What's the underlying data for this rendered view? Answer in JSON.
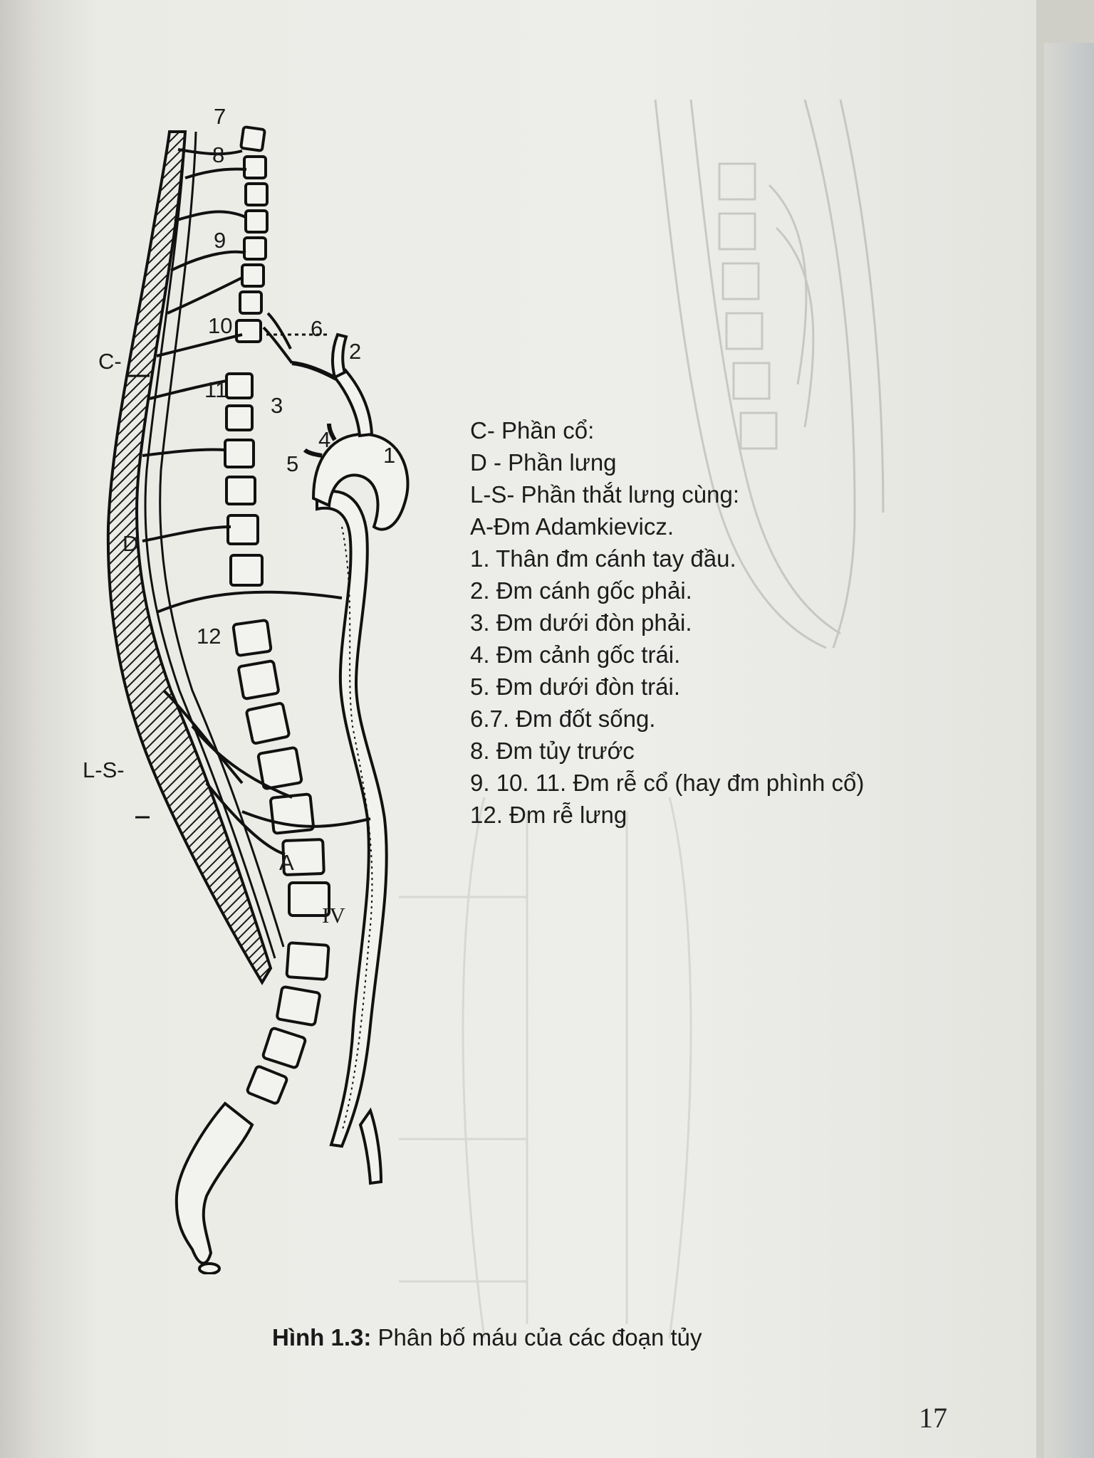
{
  "labels": {
    "c7": "7",
    "c8": "8",
    "c9": "9",
    "c10": "10",
    "c11": "11",
    "c12": "12",
    "a6": "6",
    "a2": "2",
    "a3": "3",
    "a4": "4",
    "a5": "5",
    "a1": "1",
    "region_c": "C-",
    "region_d": "D",
    "region_ls": "L-S-",
    "adamkiewicz": "A",
    "vertebra_iv": "IV"
  },
  "legend": [
    "C- Phần cổ:",
    "D - Phần lưng",
    "L-S- Phần thắt lưng cùng:",
    "A-Đm Adamkievicz.",
    "1. Thân đm cánh tay đầu.",
    "2. Đm cánh gốc phải.",
    "3. Đm dưới đòn phải.",
    "4. Đm cảnh gốc trái.",
    "5. Đm dưới đòn trái.",
    "6.7. Đm đốt sống.",
    "8. Đm tủy trước",
    "9. 10. 11. Đm rễ cổ (hay đm phình cổ)",
    "12. Đm rễ lưng"
  ],
  "caption": {
    "label": "Hình 1.3:",
    "text": " Phân bố máu của các đoạn tủy"
  },
  "page_number": "17",
  "colors": {
    "paper": "#ececE7",
    "ink": "#1b1b1b"
  }
}
